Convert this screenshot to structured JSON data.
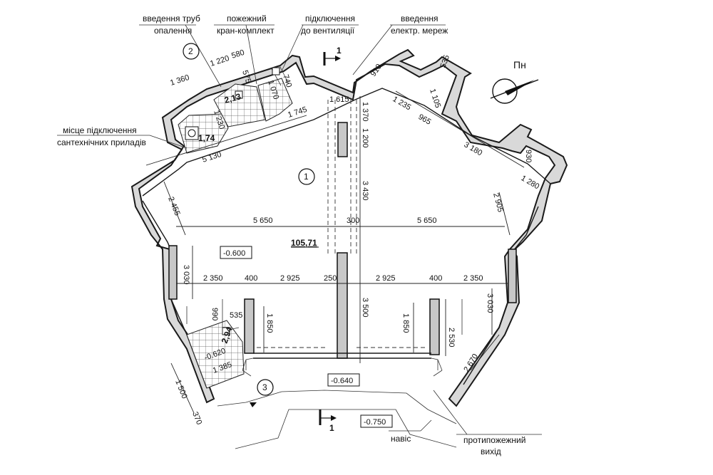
{
  "callouts": {
    "heating_pipes_line1": "введення труб",
    "heating_pipes_line2": "опалення",
    "fire_hose_line1": "пожежний",
    "fire_hose_line2": "кран-комплект",
    "ventilation_line1": "підключення",
    "ventilation_line2": "до вентиляції",
    "electric_line1": "введення",
    "electric_line2": "електр. мереж",
    "plumbing_line1": "місце підключення",
    "plumbing_line2": "сантехнічних приладів",
    "canopy": "навіс",
    "fire_exit_line1": "протипожежний",
    "fire_exit_line2": "вихід"
  },
  "north": "Пн",
  "section_mark": "1",
  "room_markers": [
    "1",
    "2",
    "3"
  ],
  "area_main": "105,71",
  "levels": {
    "main": "-0.600",
    "entry": "-0.640",
    "outside": "-0.750",
    "wc": "-0.620"
  },
  "small_areas": [
    "2,13",
    "1,74",
    "2,94"
  ],
  "dimensions": {
    "d1360": "1 360",
    "d1220": "1 220",
    "d580": "580",
    "d575": "575",
    "d740": "740",
    "d1070": "1 070",
    "d1230": "1 230",
    "d1615": "1 615",
    "d910": "910",
    "d535a": "535",
    "d1105": "1 105",
    "d1745": "1 745",
    "d1370": "1 370",
    "d1235": "1 235",
    "d965": "965",
    "d5130": "5 130",
    "d1200": "1 200",
    "d3180": "3 180",
    "d930": "930",
    "d1280": "1 280",
    "d3430": "3 430",
    "d2905": "2 905",
    "d2455": "2 455",
    "d5650a": "5 650",
    "d300": "300",
    "d5650b": "5 650",
    "d3030a": "3 030",
    "d2350a": "2 350",
    "d400a": "400",
    "d2925a": "2 925",
    "d250": "250",
    "d2925b": "2 925",
    "d400b": "400",
    "d2350b": "2 350",
    "d990": "990",
    "d535b": "535",
    "d1850a": "1 850",
    "d3500": "3 500",
    "d1850b": "1 850",
    "d3030b": "3 030",
    "d2530": "2 530",
    "d1385": "1 385",
    "d2670": "2 670",
    "d1500": "1 500",
    "d370": "370"
  }
}
